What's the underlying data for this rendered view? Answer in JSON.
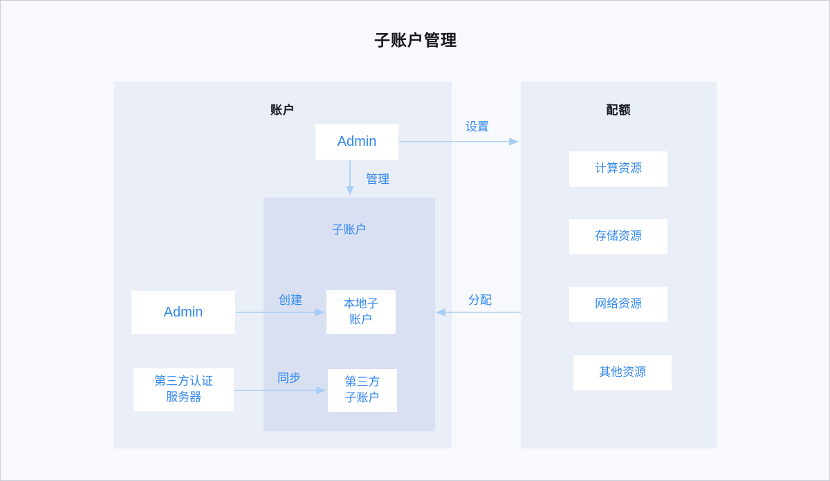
{
  "page": {
    "title": "子账户管理",
    "background": "#f7f9fd",
    "accent": "#2f86f0",
    "panel_fill": "#e9eef7",
    "subpanel_fill": "#d8e0f2",
    "node_fill": "#ffffff",
    "wire_color": "#a8cdf2"
  },
  "panels": {
    "accounts": {
      "title": "账户",
      "nodes": {
        "admin_top": "Admin",
        "admin_left": "Admin",
        "third_party_server": "第三方认证\n服务器"
      },
      "subpanel": {
        "title": "子账户",
        "nodes": {
          "local_sub": "本地子\n账户",
          "third_party_sub": "第三方\n子账户"
        }
      }
    },
    "quota": {
      "title": "配额",
      "items": [
        {
          "label": "计算资源"
        },
        {
          "label": "存储资源"
        },
        {
          "label": "网络资源"
        },
        {
          "label": "其他资源"
        }
      ]
    }
  },
  "edges": [
    {
      "id": "setup",
      "label": "设置",
      "from": "admin_top",
      "to": "quota_panel",
      "direction": "right"
    },
    {
      "id": "manage",
      "label": "管理",
      "from": "admin_top",
      "to": "subaccount_panel",
      "direction": "down"
    },
    {
      "id": "create",
      "label": "创建",
      "from": "admin_left",
      "to": "local_sub",
      "direction": "right"
    },
    {
      "id": "sync",
      "label": "同步",
      "from": "third_party_server",
      "to": "third_party_sub",
      "direction": "right"
    },
    {
      "id": "assign",
      "label": "分配",
      "from": "quota_panel",
      "to": "subaccount_panel",
      "direction": "left"
    }
  ]
}
